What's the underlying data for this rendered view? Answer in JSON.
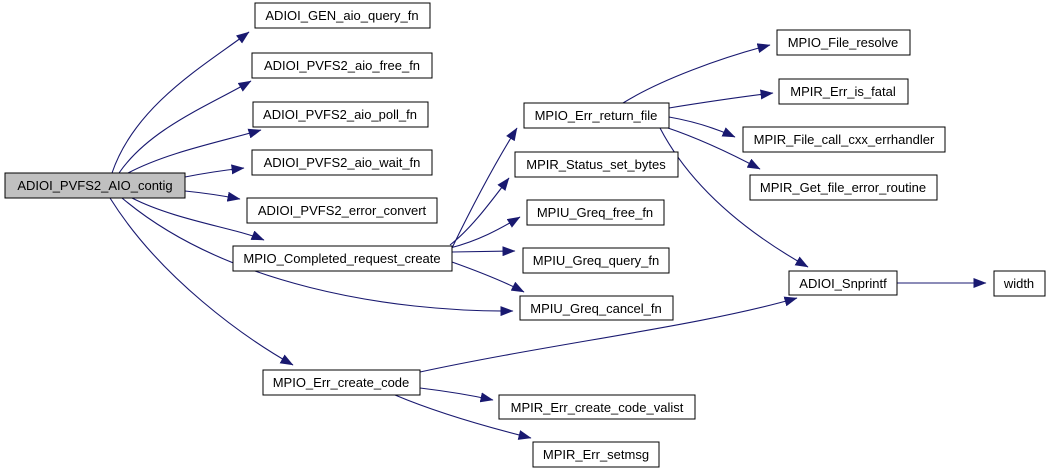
{
  "graph": {
    "root_id": "ADIOI_PVFS2_AIO_contig",
    "colors": {
      "background": "#ffffff",
      "edge": "#191970",
      "node_fill": "#ffffff",
      "node_border": "#000000",
      "root_node_fill": "#c0c0c0",
      "text": "#000000"
    },
    "nodes": [
      {
        "id": "ADIOI_PVFS2_AIO_contig",
        "label": "ADIOI_PVFS2_AIO_contig",
        "highlighted": true
      },
      {
        "id": "ADIOI_GEN_aio_query_fn",
        "label": "ADIOI_GEN_aio_query_fn",
        "highlighted": false
      },
      {
        "id": "ADIOI_PVFS2_aio_free_fn",
        "label": "ADIOI_PVFS2_aio_free_fn",
        "highlighted": false
      },
      {
        "id": "ADIOI_PVFS2_aio_poll_fn",
        "label": "ADIOI_PVFS2_aio_poll_fn",
        "highlighted": false
      },
      {
        "id": "ADIOI_PVFS2_aio_wait_fn",
        "label": "ADIOI_PVFS2_aio_wait_fn",
        "highlighted": false
      },
      {
        "id": "ADIOI_PVFS2_error_convert",
        "label": "ADIOI_PVFS2_error_convert",
        "highlighted": false
      },
      {
        "id": "MPIO_Completed_request_create",
        "label": "MPIO_Completed_request_create",
        "highlighted": false
      },
      {
        "id": "MPIO_Err_create_code",
        "label": "MPIO_Err_create_code",
        "highlighted": false
      },
      {
        "id": "MPIO_Err_return_file",
        "label": "MPIO_Err_return_file",
        "highlighted": false
      },
      {
        "id": "MPIR_Status_set_bytes",
        "label": "MPIR_Status_set_bytes",
        "highlighted": false
      },
      {
        "id": "MPIU_Greq_free_fn",
        "label": "MPIU_Greq_free_fn",
        "highlighted": false
      },
      {
        "id": "MPIU_Greq_query_fn",
        "label": "MPIU_Greq_query_fn",
        "highlighted": false
      },
      {
        "id": "MPIU_Greq_cancel_fn",
        "label": "MPIU_Greq_cancel_fn",
        "highlighted": false
      },
      {
        "id": "MPIR_Err_create_code_valist",
        "label": "MPIR_Err_create_code_valist",
        "highlighted": false
      },
      {
        "id": "MPIR_Err_setmsg",
        "label": "MPIR_Err_setmsg",
        "highlighted": false
      },
      {
        "id": "MPIO_File_resolve",
        "label": "MPIO_File_resolve",
        "highlighted": false
      },
      {
        "id": "MPIR_Err_is_fatal",
        "label": "MPIR_Err_is_fatal",
        "highlighted": false
      },
      {
        "id": "MPIR_File_call_cxx_errhandler",
        "label": "MPIR_File_call_cxx_errhandler",
        "highlighted": false
      },
      {
        "id": "MPIR_Get_file_error_routine",
        "label": "MPIR_Get_file_error_routine",
        "highlighted": false
      },
      {
        "id": "ADIOI_Snprintf",
        "label": "ADIOI_Snprintf",
        "highlighted": false
      },
      {
        "id": "width",
        "label": "width",
        "highlighted": false
      }
    ],
    "edges": [
      {
        "from": "ADIOI_PVFS2_AIO_contig",
        "to": "ADIOI_GEN_aio_query_fn"
      },
      {
        "from": "ADIOI_PVFS2_AIO_contig",
        "to": "ADIOI_PVFS2_aio_free_fn"
      },
      {
        "from": "ADIOI_PVFS2_AIO_contig",
        "to": "ADIOI_PVFS2_aio_poll_fn"
      },
      {
        "from": "ADIOI_PVFS2_AIO_contig",
        "to": "ADIOI_PVFS2_aio_wait_fn"
      },
      {
        "from": "ADIOI_PVFS2_AIO_contig",
        "to": "ADIOI_PVFS2_error_convert"
      },
      {
        "from": "ADIOI_PVFS2_AIO_contig",
        "to": "MPIO_Completed_request_create"
      },
      {
        "from": "ADIOI_PVFS2_AIO_contig",
        "to": "MPIU_Greq_cancel_fn"
      },
      {
        "from": "ADIOI_PVFS2_AIO_contig",
        "to": "MPIO_Err_create_code"
      },
      {
        "from": "MPIO_Completed_request_create",
        "to": "MPIO_Err_return_file"
      },
      {
        "from": "MPIO_Completed_request_create",
        "to": "MPIR_Status_set_bytes"
      },
      {
        "from": "MPIO_Completed_request_create",
        "to": "MPIU_Greq_free_fn"
      },
      {
        "from": "MPIO_Completed_request_create",
        "to": "MPIU_Greq_query_fn"
      },
      {
        "from": "MPIO_Completed_request_create",
        "to": "MPIU_Greq_cancel_fn"
      },
      {
        "from": "MPIO_Err_return_file",
        "to": "MPIO_File_resolve"
      },
      {
        "from": "MPIO_Err_return_file",
        "to": "MPIR_Err_is_fatal"
      },
      {
        "from": "MPIO_Err_return_file",
        "to": "MPIR_File_call_cxx_errhandler"
      },
      {
        "from": "MPIO_Err_return_file",
        "to": "MPIR_Get_file_error_routine"
      },
      {
        "from": "MPIO_Err_return_file",
        "to": "ADIOI_Snprintf"
      },
      {
        "from": "MPIO_Err_create_code",
        "to": "ADIOI_Snprintf"
      },
      {
        "from": "MPIO_Err_create_code",
        "to": "MPIR_Err_create_code_valist"
      },
      {
        "from": "MPIO_Err_create_code",
        "to": "MPIR_Err_setmsg"
      },
      {
        "from": "ADIOI_Snprintf",
        "to": "width"
      }
    ]
  }
}
